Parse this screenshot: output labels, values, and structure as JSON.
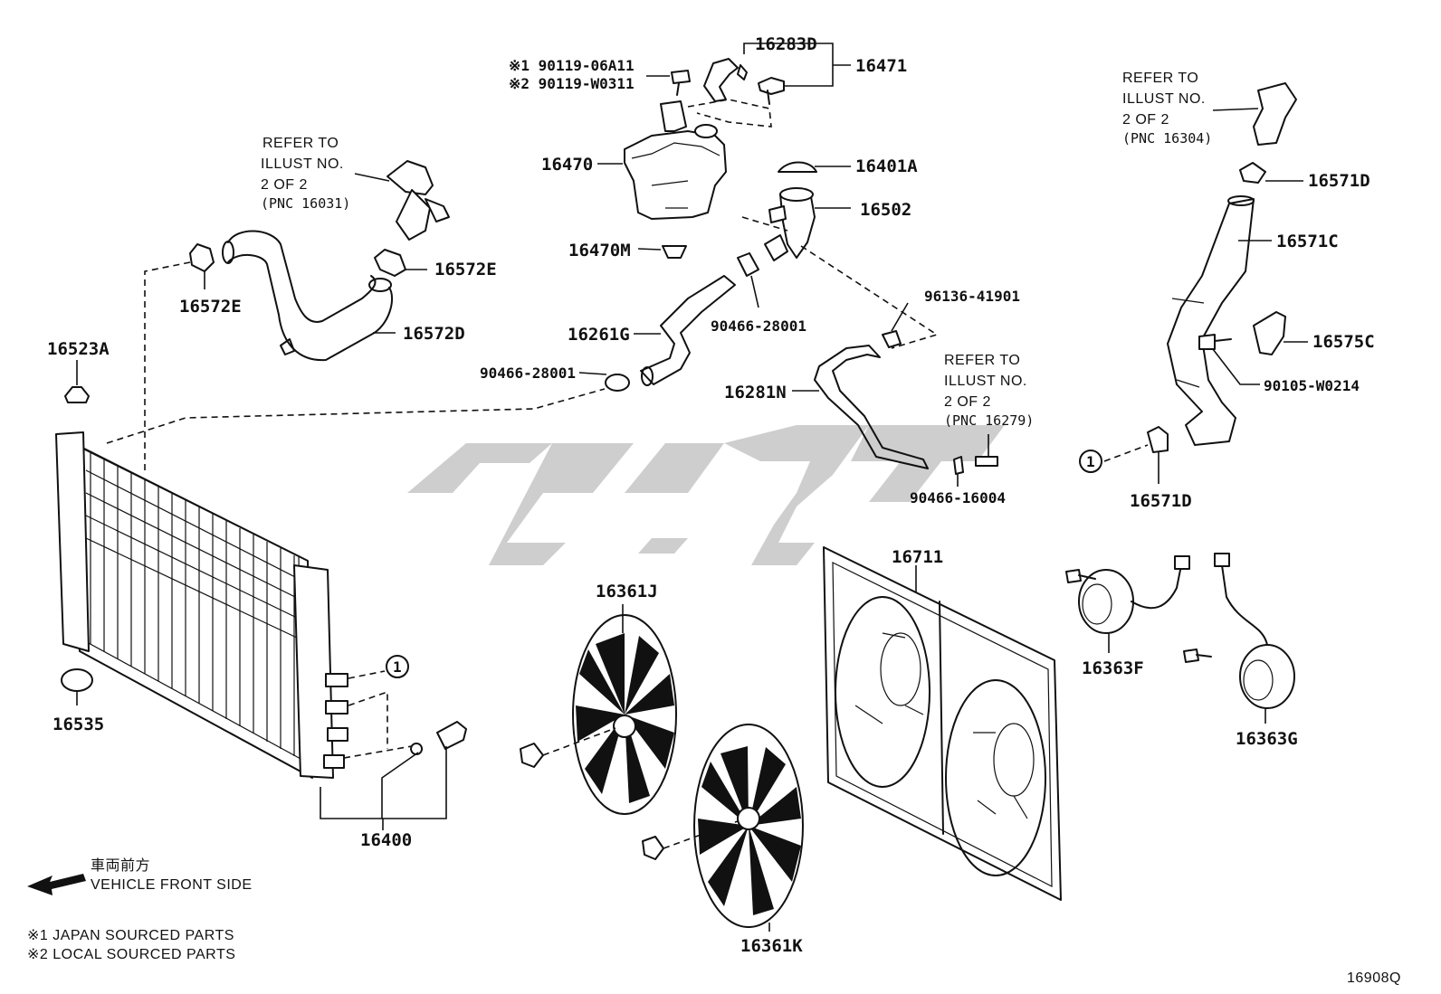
{
  "diagram_id": "16908Q",
  "labels": {
    "p16283D": "16283D",
    "p16471": "16471",
    "bolt1": "※1 90119-06A11",
    "bolt2": "※2 90119-W0311",
    "p16470": "16470",
    "p16470M": "16470M",
    "p16401A": "16401A",
    "p16502": "16502",
    "p16261G": "16261G",
    "p90466_a": "90466-28001",
    "p90466_b": "90466-28001",
    "p96136": "96136-41901",
    "p16281N": "16281N",
    "p90466_16004": "90466-16004",
    "p16572E_a": "16572E",
    "p16572E_b": "16572E",
    "p16572D": "16572D",
    "p16523A": "16523A",
    "p16535": "16535",
    "p16400": "16400",
    "p16361J": "16361J",
    "p16361K": "16361K",
    "p16711": "16711",
    "p16363F": "16363F",
    "p16363G": "16363G",
    "p16571D_a": "16571D",
    "p16571D_b": "16571D",
    "p16571C": "16571C",
    "p16575C": "16575C",
    "p90105": "90105-W0214",
    "circle_ref": "1"
  },
  "refs": {
    "ref1": [
      "REFER TO",
      "ILLUST NO.",
      "2 OF 2",
      "(PNC 16031)"
    ],
    "ref2": [
      "REFER TO",
      "ILLUST NO.",
      "2 OF 2",
      "(PNC 16304)"
    ],
    "ref3": [
      "REFER TO",
      "ILLUST NO.",
      "2 OF 2",
      "(PNC 16279)"
    ]
  },
  "legend": {
    "front_jp": "車両前方",
    "front_en": "VEHICLE FRONT SIDE",
    "note1": "※1  JAPAN SOURCED PARTS",
    "note2": "※2  LOCAL SOURCED PARTS"
  }
}
